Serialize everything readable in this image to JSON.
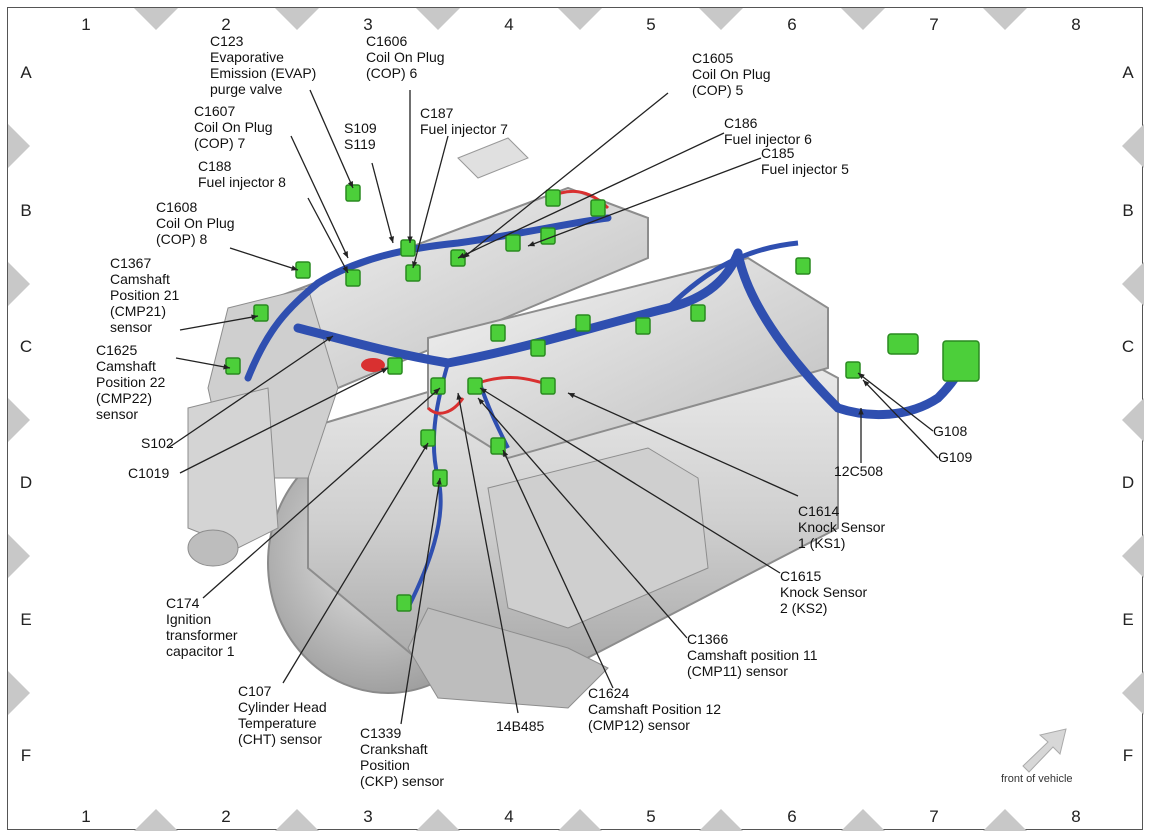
{
  "grid": {
    "columns": [
      "1",
      "2",
      "3",
      "4",
      "5",
      "6",
      "7",
      "8"
    ],
    "rows": [
      "A",
      "B",
      "C",
      "D",
      "E",
      "F"
    ]
  },
  "callouts": [
    {
      "id": "c123",
      "lines": [
        "C123",
        "Evaporative",
        "Emission (EVAP)",
        "purge valve"
      ]
    },
    {
      "id": "c1606",
      "lines": [
        "C1606",
        "Coil On Plug",
        "(COP) 6"
      ]
    },
    {
      "id": "c1605",
      "lines": [
        "C1605",
        "Coil On Plug",
        "(COP) 5"
      ]
    },
    {
      "id": "c1607",
      "lines": [
        "C1607",
        "Coil On Plug",
        "(COP) 7"
      ]
    },
    {
      "id": "s109",
      "lines": [
        "S109",
        "S119"
      ]
    },
    {
      "id": "c187",
      "lines": [
        "C187",
        "Fuel injector 7"
      ]
    },
    {
      "id": "c186",
      "lines": [
        "C186",
        "Fuel injector 6"
      ]
    },
    {
      "id": "c185",
      "lines": [
        "C185",
        "Fuel injector 5"
      ]
    },
    {
      "id": "c188",
      "lines": [
        "C188",
        "Fuel injector 8"
      ]
    },
    {
      "id": "c1608",
      "lines": [
        "C1608",
        "Coil On Plug",
        "(COP) 8"
      ]
    },
    {
      "id": "c1367",
      "lines": [
        "C1367",
        "Camshaft",
        "Position 21",
        "(CMP21)",
        "sensor"
      ]
    },
    {
      "id": "c1625",
      "lines": [
        "C1625",
        "Camshaft",
        "Position 22",
        "(CMP22)",
        "sensor"
      ]
    },
    {
      "id": "s102",
      "lines": [
        "S102"
      ]
    },
    {
      "id": "c1019",
      "lines": [
        "C1019"
      ]
    },
    {
      "id": "g108",
      "lines": [
        "G108"
      ]
    },
    {
      "id": "g109",
      "lines": [
        "G109"
      ]
    },
    {
      "id": "c12c508",
      "lines": [
        "12C508"
      ]
    },
    {
      "id": "c1614",
      "lines": [
        "C1614",
        "Knock Sensor",
        "1 (KS1)"
      ]
    },
    {
      "id": "c1615",
      "lines": [
        "C1615",
        "Knock Sensor",
        "2 (KS2)"
      ]
    },
    {
      "id": "c174",
      "lines": [
        "C174",
        "Ignition",
        "transformer",
        "capacitor 1"
      ]
    },
    {
      "id": "c1366",
      "lines": [
        "C1366",
        "Camshaft position 11",
        "(CMP11) sensor"
      ]
    },
    {
      "id": "c107",
      "lines": [
        "C107",
        "Cylinder Head",
        "Temperature",
        "(CHT) sensor"
      ]
    },
    {
      "id": "c1624",
      "lines": [
        "C1624",
        "Camshaft Position 12",
        "(CMP12) sensor"
      ]
    },
    {
      "id": "c14b485",
      "lines": [
        "14B485"
      ]
    },
    {
      "id": "c1339",
      "lines": [
        "C1339",
        "Crankshaft",
        "Position",
        "(CKP) sensor"
      ]
    }
  ],
  "front_of_vehicle_label": "front of vehicle",
  "colors": {
    "harness": "#2f4fb0",
    "harness_light": "#5a7de0",
    "connector": "#4ccf3a",
    "connector_dark": "#2a8a20",
    "wire_red": "#d93030",
    "engine": "#d9d9d9",
    "engine_dark": "#a8a8a8",
    "marker": "#c8c8c8"
  }
}
